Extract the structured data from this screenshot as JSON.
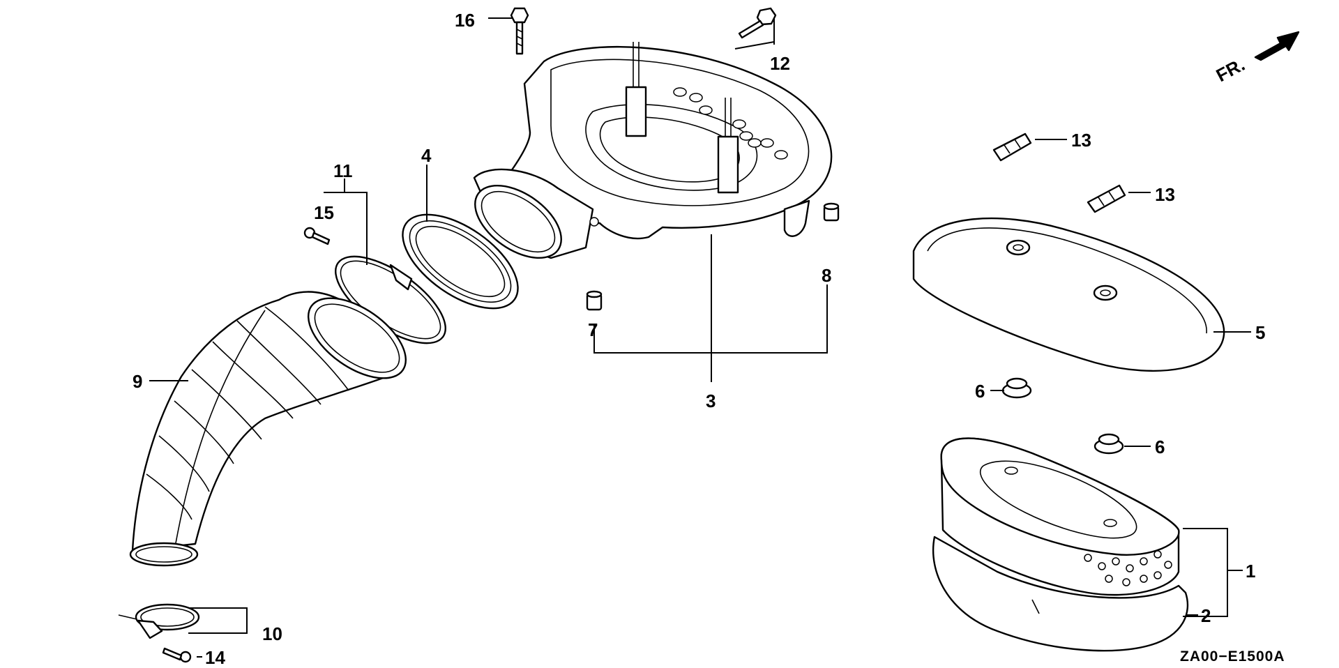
{
  "orientation": {
    "label": "FR."
  },
  "diagram_code": "ZA00−E1500A",
  "callouts": [
    {
      "id": "16",
      "text": "16"
    },
    {
      "id": "12",
      "text": "12"
    },
    {
      "id": "11",
      "text": "11"
    },
    {
      "id": "4",
      "text": "4"
    },
    {
      "id": "15",
      "text": "15"
    },
    {
      "id": "8",
      "text": "8"
    },
    {
      "id": "7",
      "text": "7"
    },
    {
      "id": "3",
      "text": "3"
    },
    {
      "id": "9",
      "text": "9"
    },
    {
      "id": "10",
      "text": "10"
    },
    {
      "id": "14",
      "text": "14"
    },
    {
      "id": "13a",
      "text": "13"
    },
    {
      "id": "13b",
      "text": "13"
    },
    {
      "id": "5",
      "text": "5"
    },
    {
      "id": "6a",
      "text": "6"
    },
    {
      "id": "6b",
      "text": "6"
    },
    {
      "id": "1",
      "text": "1"
    },
    {
      "id": "2",
      "text": "2"
    }
  ]
}
